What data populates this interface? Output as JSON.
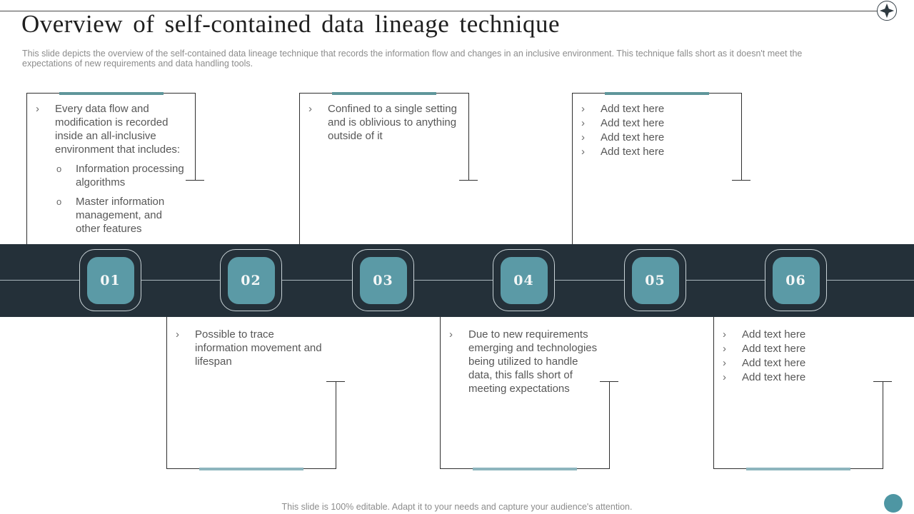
{
  "slide": {
    "title": "Overview of self-contained data lineage technique",
    "subtitle": "This slide depicts the overview of the self-contained data lineage technique that records the information flow and changes in an inclusive environment. This technique falls short as it doesn't meet the expectations of new requirements and data handling tools.",
    "footer": "This slide is 100% editable. Adapt it to your needs and capture your audience's attention."
  },
  "icons": {
    "header_icon": "four-point-star-compass-icon",
    "corner_shape": "teal-circle"
  },
  "colors": {
    "band_background": "#243039",
    "tile_fill": "#5b9aa6",
    "tile_border": "#c8d2d6",
    "top_accent": "#5f969b",
    "bottom_accent": "#8db5bd",
    "body_text": "#575757",
    "muted_text": "#8c8c8c",
    "corner_dot": "#4e96a3"
  },
  "timeline": {
    "steps": [
      {
        "number": "01"
      },
      {
        "number": "02"
      },
      {
        "number": "03"
      },
      {
        "number": "04"
      },
      {
        "number": "05"
      },
      {
        "number": "06"
      }
    ]
  },
  "boxes": {
    "top": [
      {
        "step": "01",
        "items": [
          {
            "marker": "›",
            "text": "Every data flow and modification is recorded inside an all-inclusive environment that includes:"
          },
          {
            "marker": "o",
            "text": "Information processing algorithms"
          },
          {
            "marker": "o",
            "text": "Master information management, and other features"
          }
        ]
      },
      {
        "step": "03",
        "items": [
          {
            "marker": "›",
            "text": "Confined to a single setting and is oblivious to anything outside of it"
          }
        ]
      },
      {
        "step": "05",
        "items": [
          {
            "marker": "›",
            "text": "Add text here"
          },
          {
            "marker": "›",
            "text": "Add text here"
          },
          {
            "marker": "›",
            "text": "Add text here"
          },
          {
            "marker": "›",
            "text": "Add text here"
          }
        ]
      }
    ],
    "bottom": [
      {
        "step": "02",
        "items": [
          {
            "marker": "›",
            "text": "Possible to trace information movement and lifespan"
          }
        ]
      },
      {
        "step": "04",
        "items": [
          {
            "marker": "›",
            "text": "Due to new requirements emerging and technologies being utilized to handle data, this falls short of meeting expectations"
          }
        ]
      },
      {
        "step": "06",
        "items": [
          {
            "marker": "›",
            "text": "Add text here"
          },
          {
            "marker": "›",
            "text": "Add text here"
          },
          {
            "marker": "›",
            "text": "Add text here"
          },
          {
            "marker": "›",
            "text": "Add text here"
          }
        ]
      }
    ]
  }
}
